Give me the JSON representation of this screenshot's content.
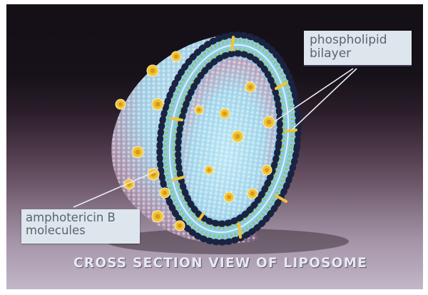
{
  "figure": {
    "caption": "CROSS SECTION VIEW OF LIPOSOME",
    "labels": {
      "phospholipid": {
        "line1": "phospholipid",
        "line2": "bilayer"
      },
      "amphotericin": {
        "line1": "amphotericin B",
        "line2": "molecules"
      }
    },
    "colors": {
      "outer_surface": "#9ec9e0",
      "outer_surface_shadow": "#9a7f99",
      "inner_cavity": "#a7d8ea",
      "head_group": "#1b2340",
      "tail_blue": "#7fc6e6",
      "tail_green": "#9cc43a",
      "amphotericin_yellow": "#f0c43a",
      "amphotericin_core": "#d99a14",
      "label_box": "#dde6ec",
      "label_text": "#5b6470",
      "caption_text": "#e6eaf0"
    }
  }
}
